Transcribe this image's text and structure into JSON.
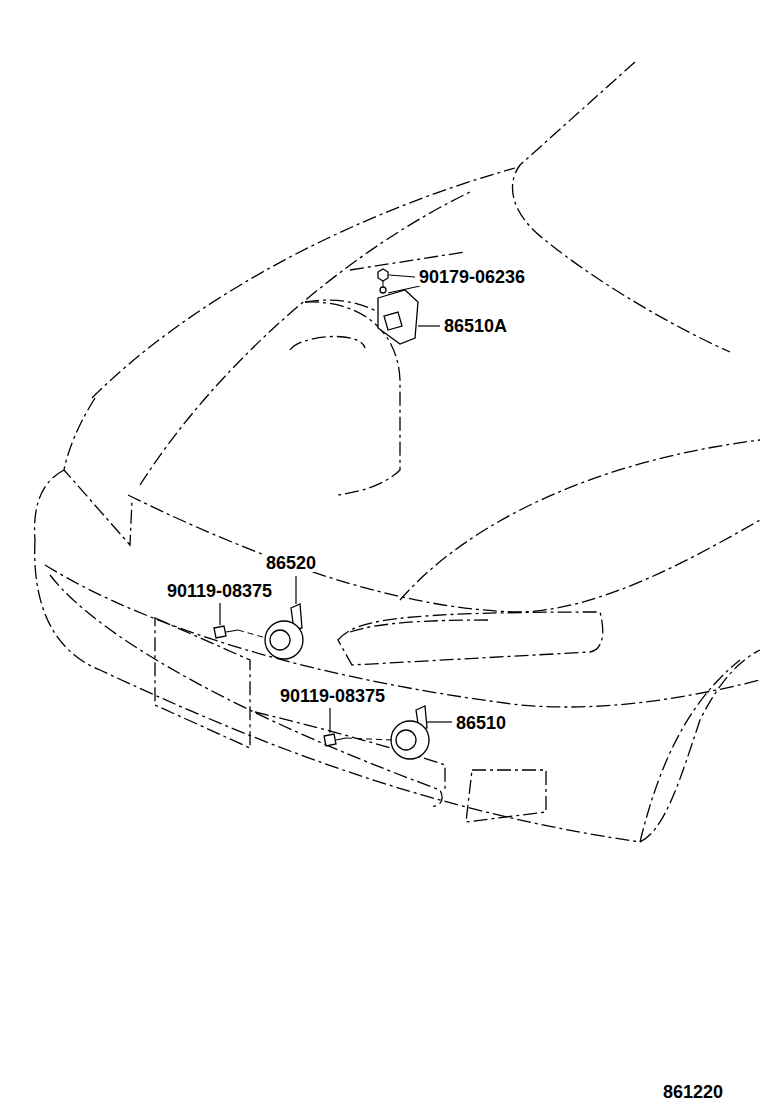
{
  "diagram": {
    "labels": [
      "90179-06236",
      "86510A",
      "86520",
      "90119-08375",
      "90119-08375",
      "86510",
      "861220"
    ]
  }
}
